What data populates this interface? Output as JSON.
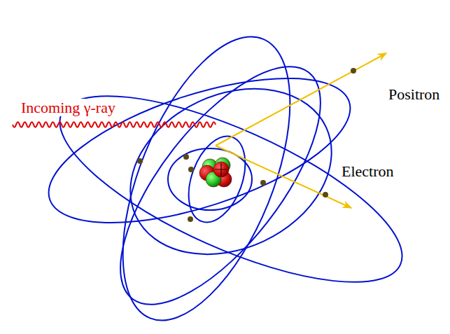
{
  "diagram": {
    "labels": [
      "Incoming γ-ray",
      "Positron",
      "Electron"
    ]
  }
}
